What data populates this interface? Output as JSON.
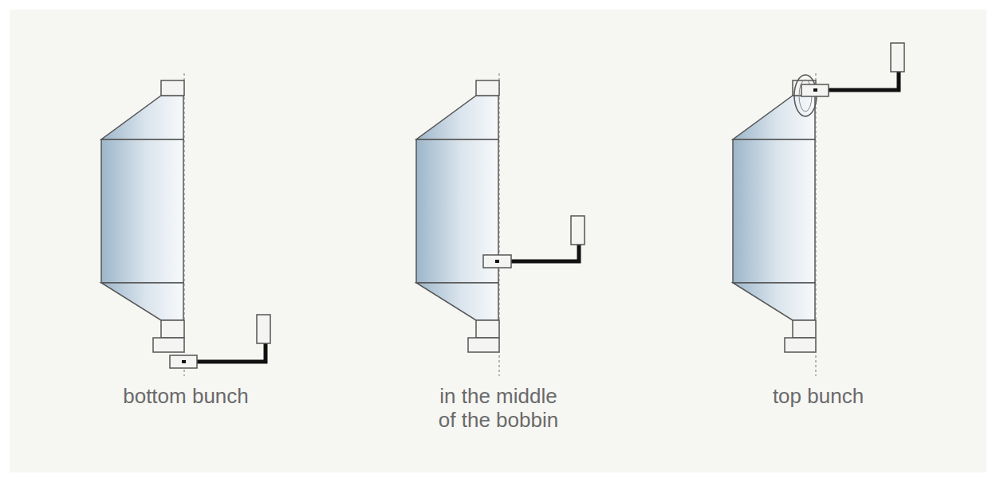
{
  "diagram": {
    "labels": [
      "bottom bunch",
      "in the middle of the bobbin",
      "top bunch"
    ]
  }
}
